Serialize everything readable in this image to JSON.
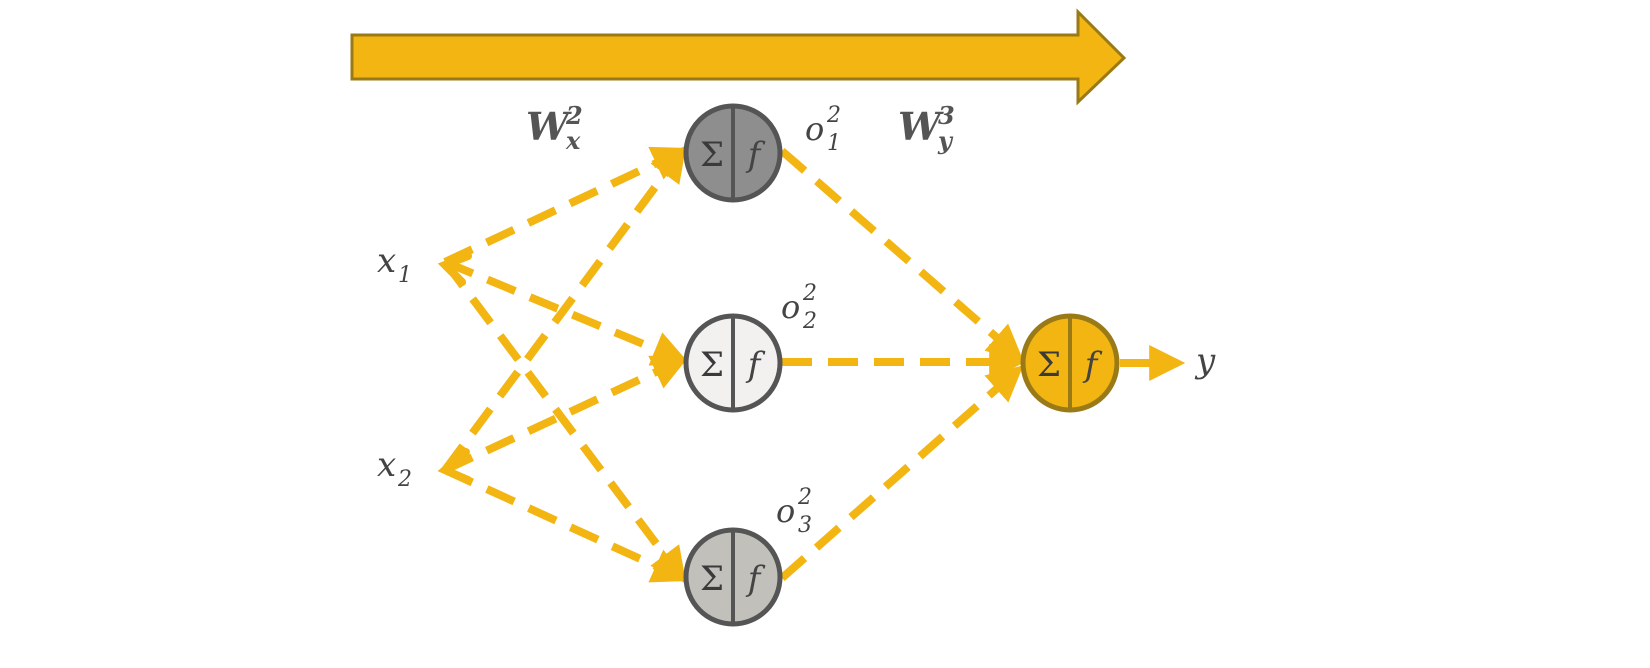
{
  "colors": {
    "accent": "#F2B511",
    "accent_dark": "#9A7A16",
    "hidden_node_1": "#8E8E8E",
    "hidden_node_2": "#F2F1EF",
    "hidden_node_3": "#C2C0BA",
    "output_node": "#F2B511",
    "node_outline": "#555555"
  },
  "weights": {
    "wx": {
      "base": "W",
      "sup": "2",
      "sub": "x"
    },
    "wy": {
      "base": "W",
      "sup": "3",
      "sub": "y"
    }
  },
  "inputs": [
    {
      "base": "x",
      "sub": "1"
    },
    {
      "base": "x",
      "sub": "2"
    }
  ],
  "hidden": [
    {
      "base": "o",
      "sup": "2",
      "sub": "1"
    },
    {
      "base": "o",
      "sup": "2",
      "sub": "2"
    },
    {
      "base": "o",
      "sup": "2",
      "sub": "3"
    }
  ],
  "output": {
    "label": "y"
  },
  "node_symbols": {
    "sum": "Σ",
    "func": "f"
  }
}
